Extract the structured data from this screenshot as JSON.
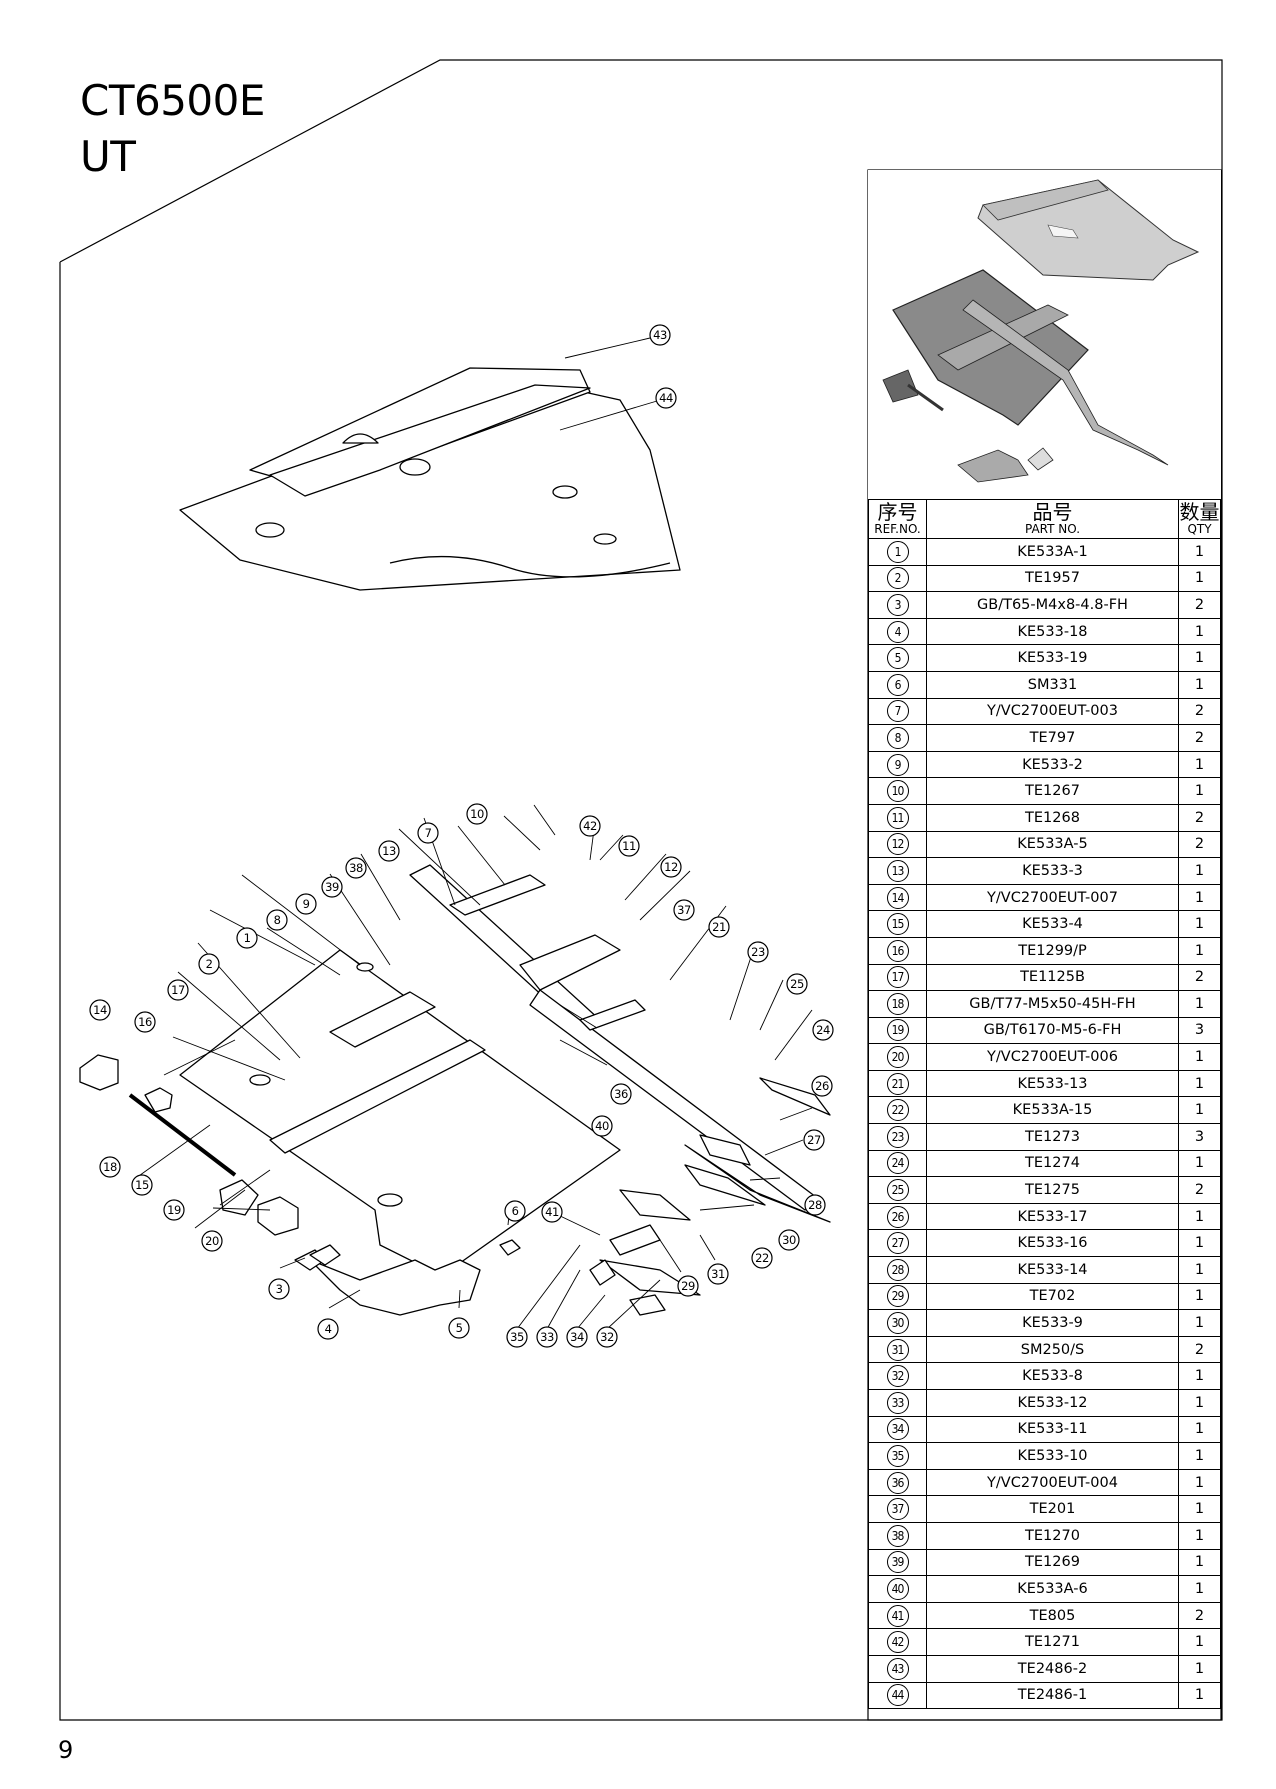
{
  "header": {
    "model": "CT6500E",
    "variant": "UT"
  },
  "page_number": "9",
  "table": {
    "headers": {
      "ref_zh": "序号",
      "ref_en": "REF.NO.",
      "part_zh": "品号",
      "part_en": "PART NO.",
      "qty_zh": "数量",
      "qty_en": "QTY"
    },
    "rows": [
      {
        "ref": "1",
        "part": "KE533A-1",
        "qty": "1"
      },
      {
        "ref": "2",
        "part": "TE1957",
        "qty": "1"
      },
      {
        "ref": "3",
        "part": "GB/T65-M4x8-4.8-FH",
        "qty": "2"
      },
      {
        "ref": "4",
        "part": "KE533-18",
        "qty": "1"
      },
      {
        "ref": "5",
        "part": "KE533-19",
        "qty": "1"
      },
      {
        "ref": "6",
        "part": "SM331",
        "qty": "1"
      },
      {
        "ref": "7",
        "part": "Y/VC2700EUT-003",
        "qty": "2"
      },
      {
        "ref": "8",
        "part": "TE797",
        "qty": "2"
      },
      {
        "ref": "9",
        "part": "KE533-2",
        "qty": "1"
      },
      {
        "ref": "10",
        "part": "TE1267",
        "qty": "1"
      },
      {
        "ref": "11",
        "part": "TE1268",
        "qty": "2"
      },
      {
        "ref": "12",
        "part": "KE533A-5",
        "qty": "2"
      },
      {
        "ref": "13",
        "part": "KE533-3",
        "qty": "1"
      },
      {
        "ref": "14",
        "part": "Y/VC2700EUT-007",
        "qty": "1"
      },
      {
        "ref": "15",
        "part": "KE533-4",
        "qty": "1"
      },
      {
        "ref": "16",
        "part": "TE1299/P",
        "qty": "1"
      },
      {
        "ref": "17",
        "part": "TE1125B",
        "qty": "2"
      },
      {
        "ref": "18",
        "part": "GB/T77-M5x50-45H-FH",
        "qty": "1"
      },
      {
        "ref": "19",
        "part": "GB/T6170-M5-6-FH",
        "qty": "3"
      },
      {
        "ref": "20",
        "part": "Y/VC2700EUT-006",
        "qty": "1"
      },
      {
        "ref": "21",
        "part": "KE533-13",
        "qty": "1"
      },
      {
        "ref": "22",
        "part": "KE533A-15",
        "qty": "1"
      },
      {
        "ref": "23",
        "part": "TE1273",
        "qty": "3"
      },
      {
        "ref": "24",
        "part": "TE1274",
        "qty": "1"
      },
      {
        "ref": "25",
        "part": "TE1275",
        "qty": "2"
      },
      {
        "ref": "26",
        "part": "KE533-17",
        "qty": "1"
      },
      {
        "ref": "27",
        "part": "KE533-16",
        "qty": "1"
      },
      {
        "ref": "28",
        "part": "KE533-14",
        "qty": "1"
      },
      {
        "ref": "29",
        "part": "TE702",
        "qty": "1"
      },
      {
        "ref": "30",
        "part": "KE533-9",
        "qty": "1"
      },
      {
        "ref": "31",
        "part": "SM250/S",
        "qty": "2"
      },
      {
        "ref": "32",
        "part": "KE533-8",
        "qty": "1"
      },
      {
        "ref": "33",
        "part": "KE533-12",
        "qty": "1"
      },
      {
        "ref": "34",
        "part": "KE533-11",
        "qty": "1"
      },
      {
        "ref": "35",
        "part": "KE533-10",
        "qty": "1"
      },
      {
        "ref": "36",
        "part": "Y/VC2700EUT-004",
        "qty": "1"
      },
      {
        "ref": "37",
        "part": "TE201",
        "qty": "1"
      },
      {
        "ref": "38",
        "part": "TE1270",
        "qty": "1"
      },
      {
        "ref": "39",
        "part": "TE1269",
        "qty": "1"
      },
      {
        "ref": "40",
        "part": "KE533A-6",
        "qty": "1"
      },
      {
        "ref": "41",
        "part": "TE805",
        "qty": "2"
      },
      {
        "ref": "42",
        "part": "TE1271",
        "qty": "1"
      },
      {
        "ref": "43",
        "part": "TE2486-2",
        "qty": "1"
      },
      {
        "ref": "44",
        "part": "TE2486-1",
        "qty": "1"
      }
    ]
  },
  "diagram": {
    "callouts": [
      "1",
      "2",
      "3",
      "4",
      "5",
      "6",
      "7",
      "8",
      "9",
      "10",
      "11",
      "12",
      "13",
      "14",
      "15",
      "16",
      "17",
      "18",
      "19",
      "20",
      "21",
      "22",
      "23",
      "24",
      "25",
      "26",
      "27",
      "28",
      "29",
      "30",
      "31",
      "32",
      "33",
      "34",
      "35",
      "36",
      "37",
      "38",
      "39",
      "40",
      "41",
      "42",
      "43",
      "44"
    ]
  }
}
